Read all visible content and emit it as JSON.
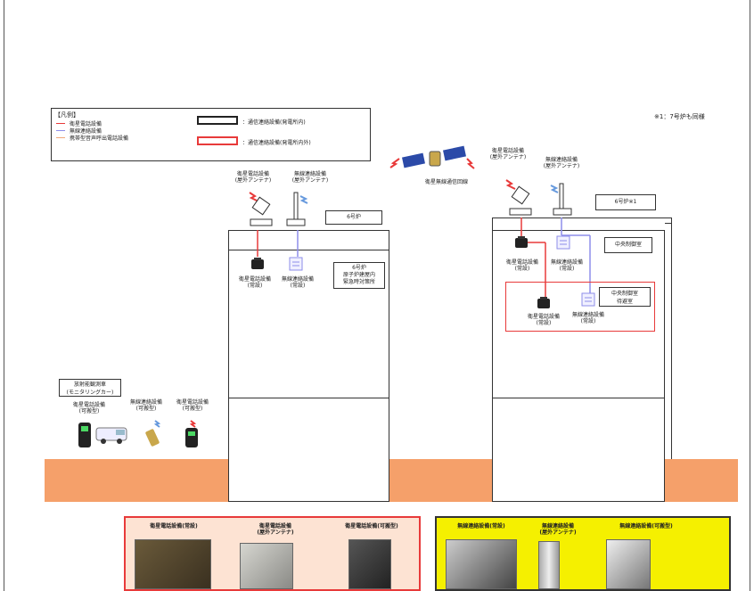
{
  "legend": {
    "title": "【凡例】",
    "line_items": [
      {
        "label": "衛星電話設備",
        "color": "#e83a3a"
      },
      {
        "label": "無線連絡設備",
        "color": "#8e8eea"
      },
      {
        "label": "携帯型音声呼出電話設備",
        "color": "#f1a77a"
      }
    ],
    "box_items": [
      {
        "label": "：通信連絡設備(発電所内)",
        "border": "#222222"
      },
      {
        "label": "：通信連絡設備(発電所内外)",
        "border": "#e83a3a"
      }
    ]
  },
  "note": "※1：7号炉も同様",
  "satellite_label": "衛星無線通信回線",
  "unit6": {
    "name": "6号炉",
    "antenna_sat": "衛星電話設備\n(屋外アンテナ)",
    "antenna_radio": "無線連絡設備\n(屋外アンテナ)",
    "phone_label": "衛星電話設備\n(常設)",
    "radio_label": "無線連絡設備\n(常設)",
    "room_label": "6号炉\n原子炉建屋内\n緊急時対策所"
  },
  "unit5": {
    "name": "6号炉※1",
    "antenna_sat": "衛星電話設備\n(屋外アンテナ)",
    "antenna_radio": "無線連絡設備\n(屋外アンテナ)",
    "control_room": "中央制御室",
    "phone_label": "衛星電話設備\n(常設)",
    "radio_label": "無線連絡設備\n(常設)",
    "waiting_room": "中央制御室\n待避室",
    "phone_label2": "衛星電話設備\n(常設)",
    "radio_label2": "無線連絡設備\n(常設)"
  },
  "vehicle": {
    "name": "放射能観測車\n(モニタリングカー)",
    "sat_portable": "衛星電話設備\n(可搬型)",
    "radio_portable": "無線連絡設備\n(可搬型)",
    "sat_portable2": "衛星電話設備\n(可搬型)"
  },
  "photos_red": {
    "items": [
      "衛星電話設備(常設)",
      "衛星電話設備\n(屋外アンテナ)",
      "衛星電話設備(可搬型)"
    ],
    "border": "#e83a3a"
  },
  "photos_yellow": {
    "items": [
      "無線連絡設備(常設)",
      "無線連絡設備\n(屋外アンテナ)",
      "無線連絡設備(可搬型)"
    ],
    "background": "#f5f000"
  },
  "colors": {
    "ground": "#f5a06a",
    "sat_line": "#e83a3a",
    "radio_line": "#8e8eea"
  }
}
